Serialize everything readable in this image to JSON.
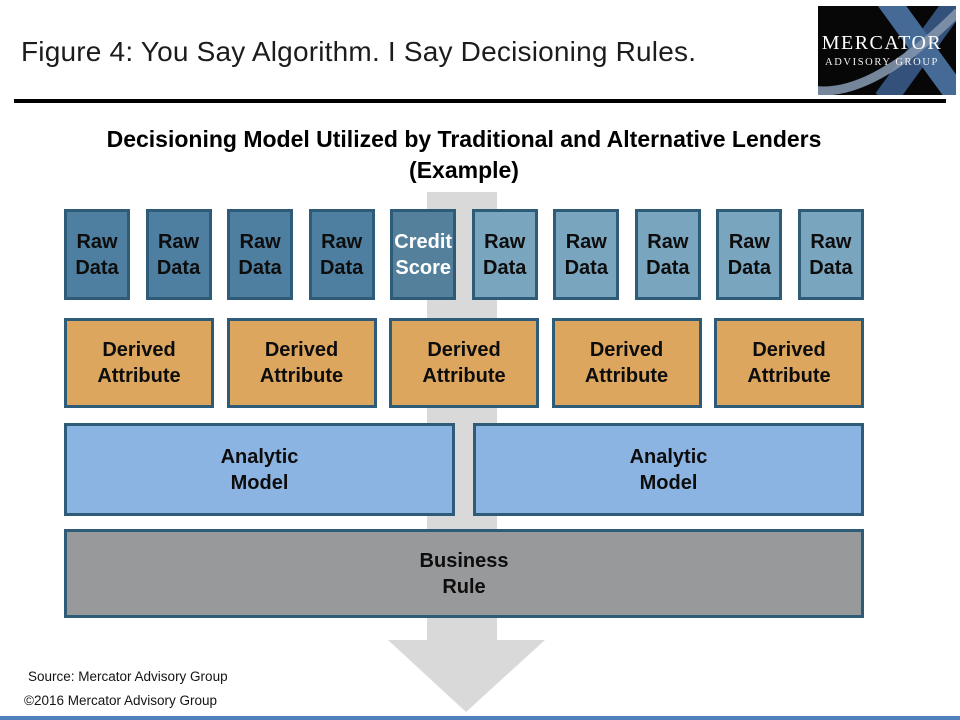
{
  "page": {
    "title": "Figure 4: You Say Algorithm. I Say Decisioning Rules."
  },
  "logo": {
    "name": "MERCATOR",
    "tagline": "ADVISORY GROUP"
  },
  "figure": {
    "title_line1": "Decisioning Model Utilized by Traditional and Alternative Lenders",
    "title_line2": "(Example)",
    "raw_row": [
      {
        "l1": "Raw",
        "l2": "Data",
        "variant": "dark"
      },
      {
        "l1": "Raw",
        "l2": "Data",
        "variant": "dark"
      },
      {
        "l1": "Raw",
        "l2": "Data",
        "variant": "dark"
      },
      {
        "l1": "Raw",
        "l2": "Data",
        "variant": "dark"
      },
      {
        "l1": "Credit",
        "l2": "Score",
        "variant": "credit"
      },
      {
        "l1": "Raw",
        "l2": "Data",
        "variant": "light"
      },
      {
        "l1": "Raw",
        "l2": "Data",
        "variant": "light"
      },
      {
        "l1": "Raw",
        "l2": "Data",
        "variant": "light"
      },
      {
        "l1": "Raw",
        "l2": "Data",
        "variant": "light"
      },
      {
        "l1": "Raw",
        "l2": "Data",
        "variant": "light"
      }
    ],
    "derived_row": [
      {
        "l1": "Derived",
        "l2": "Attribute"
      },
      {
        "l1": "Derived",
        "l2": "Attribute"
      },
      {
        "l1": "Derived",
        "l2": "Attribute"
      },
      {
        "l1": "Derived",
        "l2": "Attribute"
      },
      {
        "l1": "Derived",
        "l2": "Attribute"
      }
    ],
    "analytic_row": [
      {
        "l1": "Analytic",
        "l2": "Model"
      },
      {
        "l1": "Analytic",
        "l2": "Model"
      }
    ],
    "business_row": [
      {
        "l1": "Business",
        "l2": "Rule"
      }
    ]
  },
  "footer": {
    "source": "Source: Mercator Advisory Group",
    "copyright": "©2016 Mercator Advisory Group"
  },
  "colors": {
    "raw_dark": "#4e7fa0",
    "raw_light": "#7aa5bf",
    "credit": "#54809b",
    "derived": "#dda65e",
    "analytic": "#8cb4e2",
    "business": "#98999b",
    "box_border": "#2e5c78",
    "arrow": "#d9d9d9",
    "header_rule": "#000000",
    "footer_line": "#4f81bd",
    "logo_background": "#070707"
  }
}
